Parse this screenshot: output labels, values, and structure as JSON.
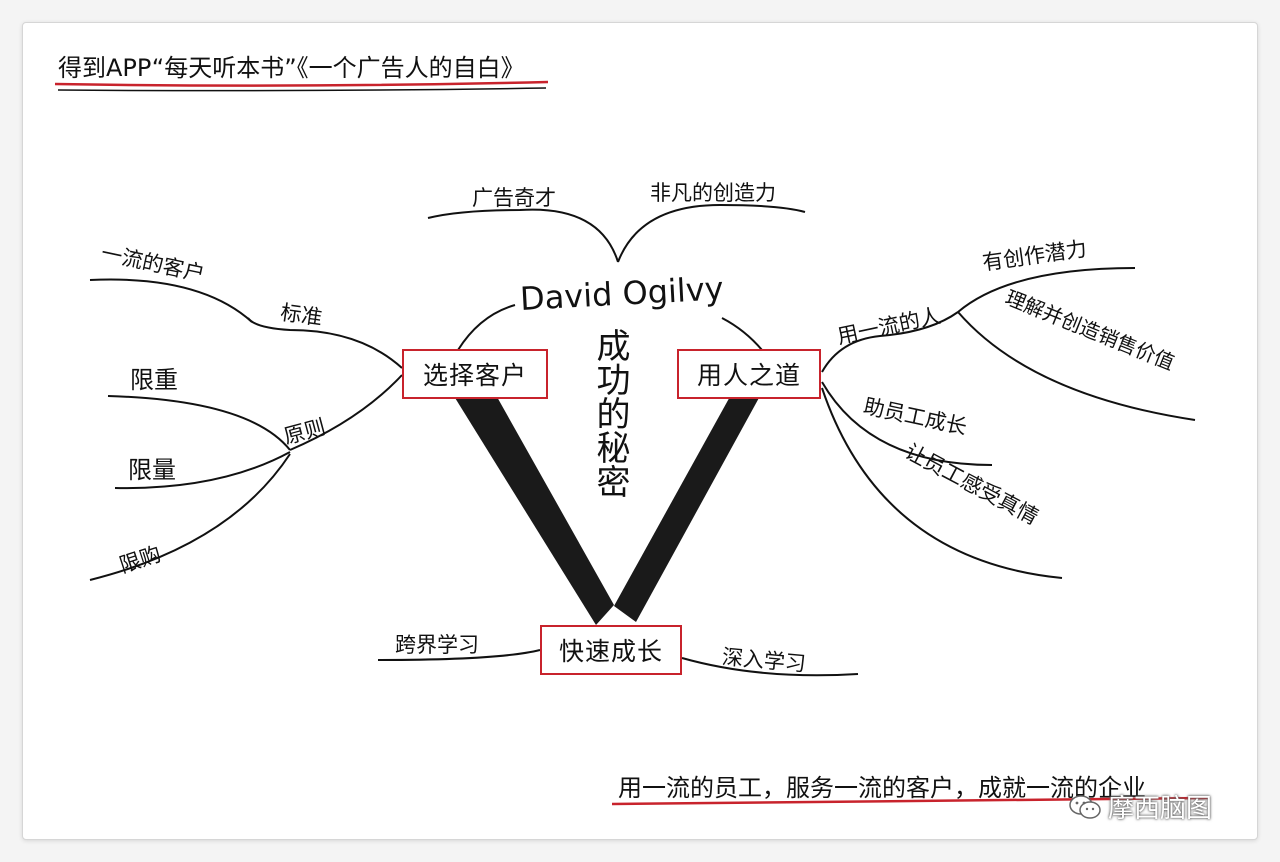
{
  "header": {
    "title": "得到APP“每天听本书”《一个广告人的自白》"
  },
  "center": {
    "name": "David Ogilvy",
    "theme": "成功的秘密"
  },
  "top_branches": [
    "广告奇才",
    "非凡的创造力"
  ],
  "left": {
    "node": "选择客户",
    "standard": {
      "label": "标准",
      "children": [
        "一流的客户"
      ]
    },
    "principle": {
      "label": "原则",
      "children": [
        "限重",
        "限量",
        "限购"
      ]
    }
  },
  "right": {
    "node": "用人之道",
    "first_class": {
      "label": "用一流的人",
      "children": [
        "有创作潜力",
        "理解并创造销售价值"
      ]
    },
    "others": [
      "助员工成长",
      "让员工感受真情"
    ]
  },
  "bottom": {
    "node": "快速成长",
    "children": [
      "跨界学习",
      "深入学习"
    ]
  },
  "footer": {
    "motto": "用一流的员工，服务一流的客户，成就一流的企业"
  },
  "watermark": {
    "text": "摩西脑图"
  },
  "colors": {
    "accent_red": "#c8232c",
    "ink": "#111111"
  }
}
